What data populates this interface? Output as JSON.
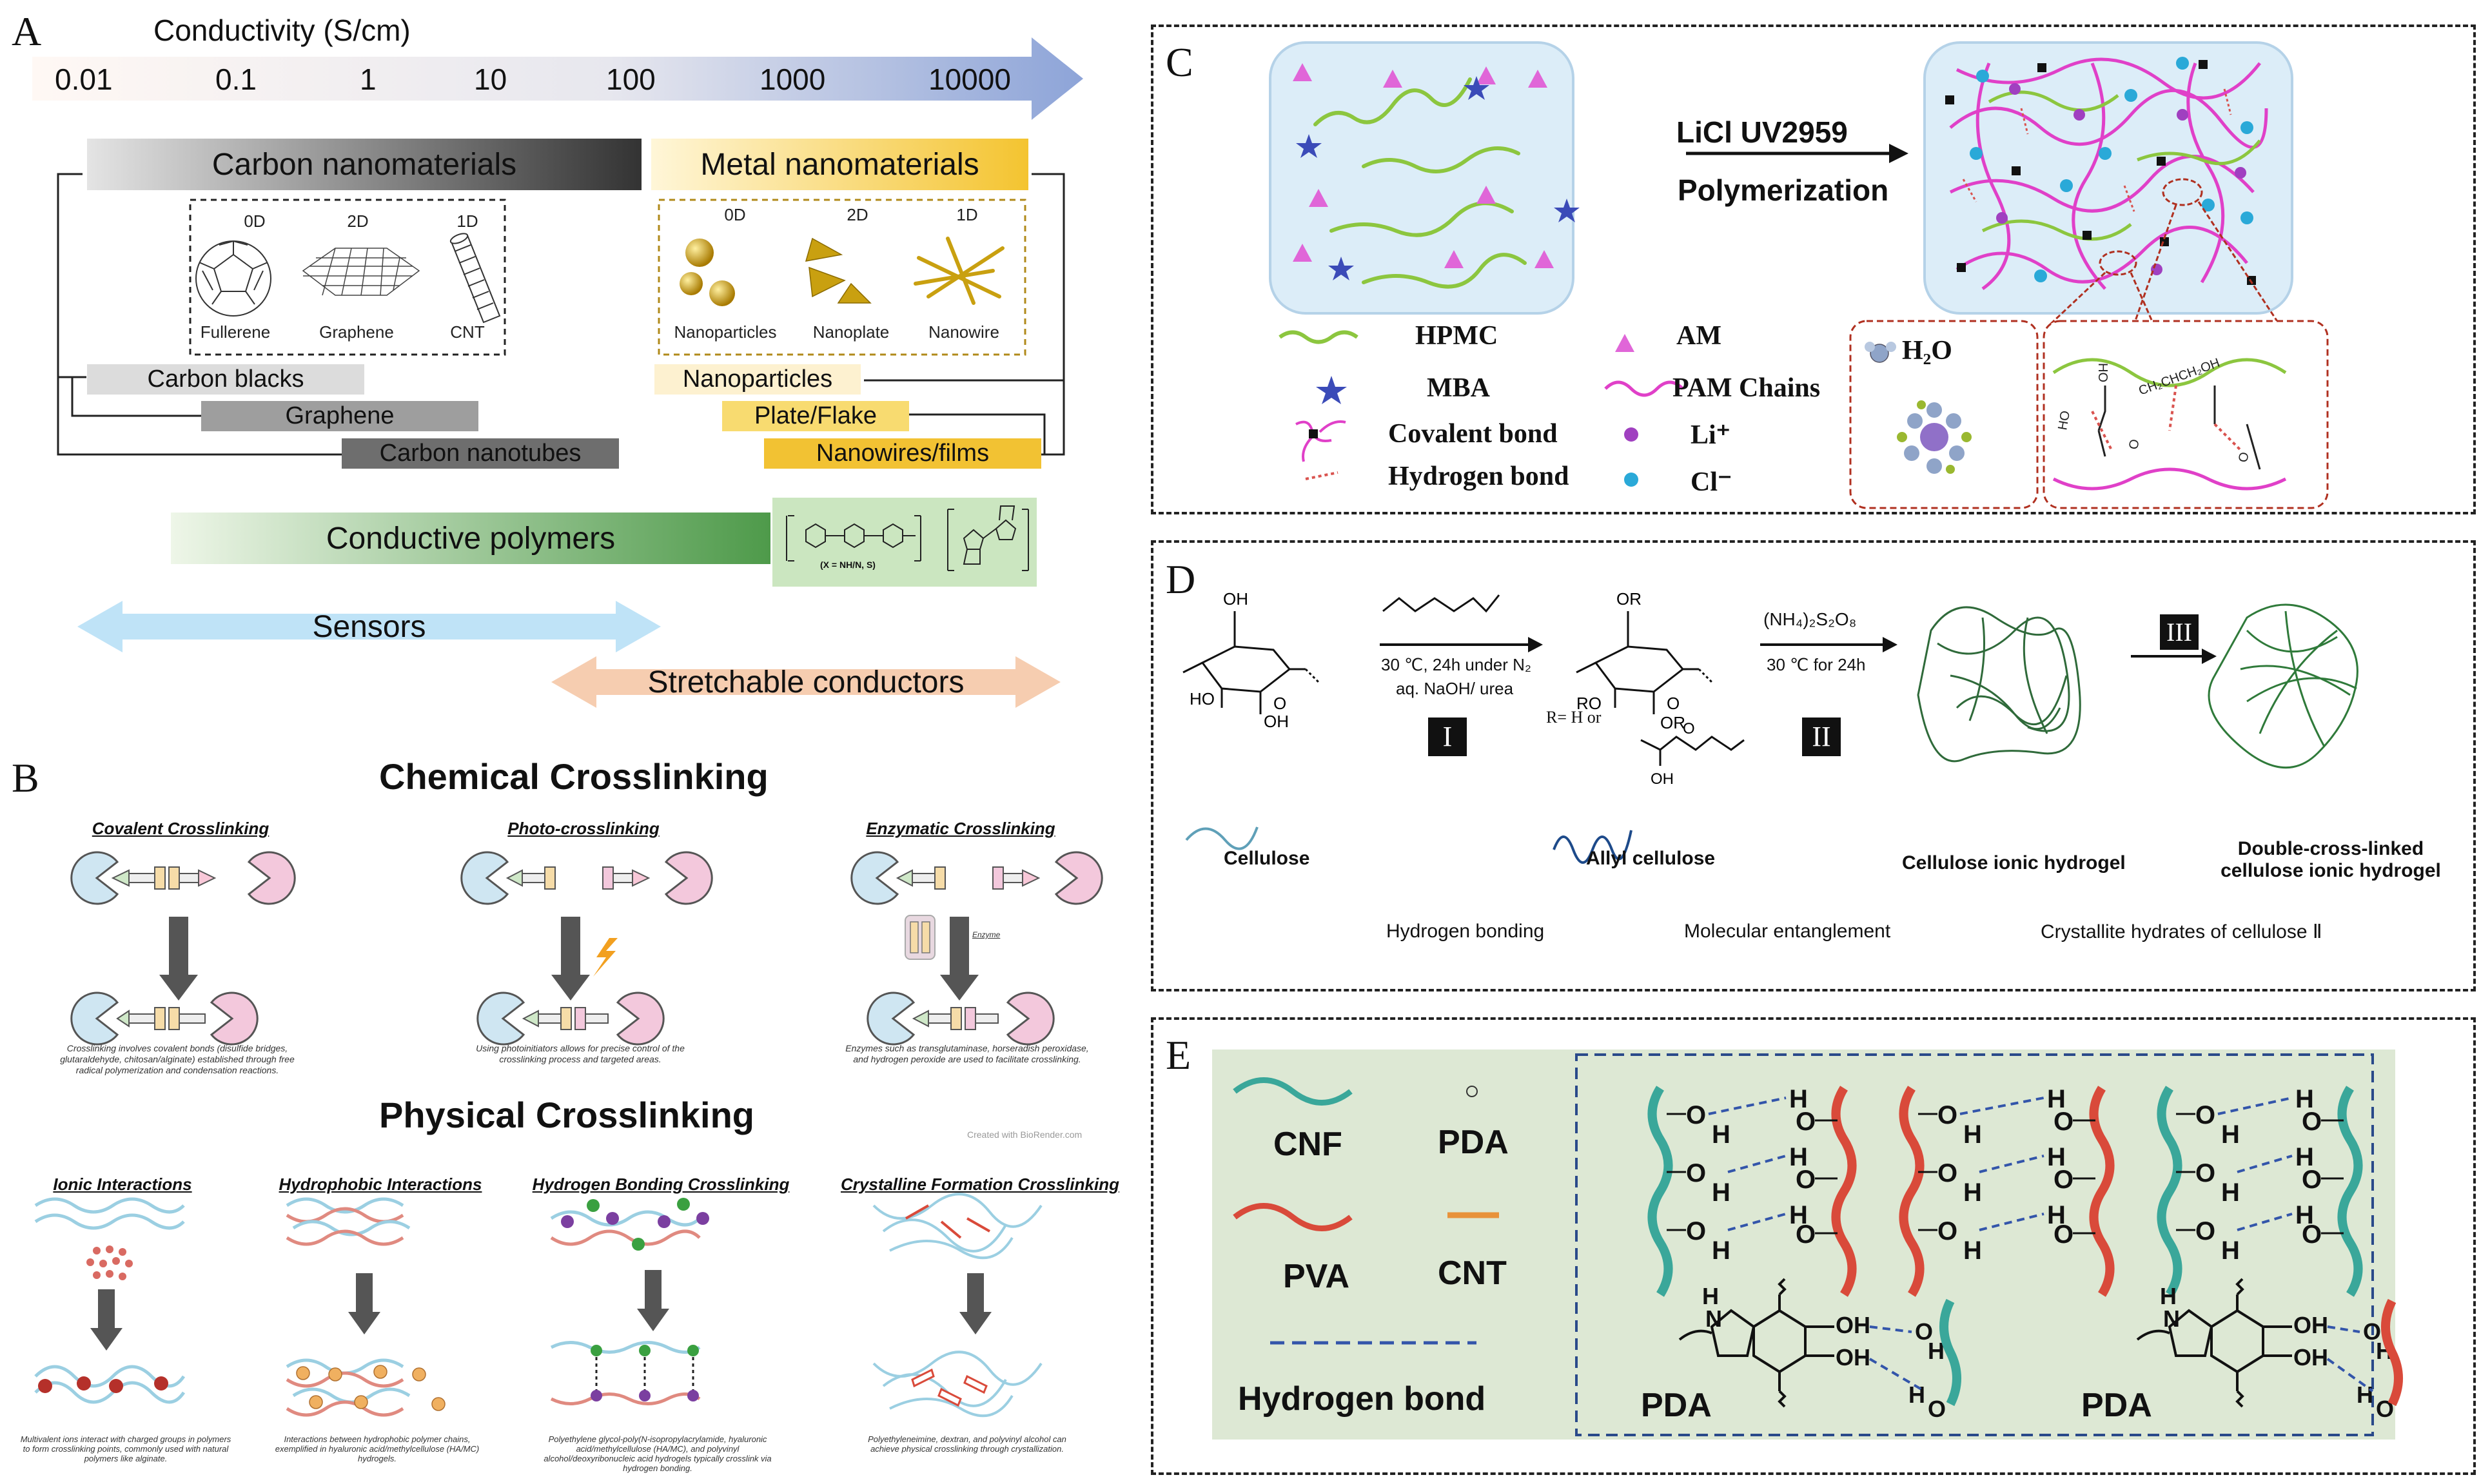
{
  "panel_a": {
    "letter": "A",
    "axis_title": "Conductivity (S/cm)",
    "ticks": [
      "0.01",
      "0.1",
      "1",
      "10",
      "100",
      "1000",
      "10000"
    ],
    "carbon_header": "Carbon nanomaterials",
    "metal_header": "Metal nanomaterials",
    "carbon_dims": [
      "0D",
      "2D",
      "1D"
    ],
    "carbon_names": [
      "Fullerene",
      "Graphene",
      "CNT"
    ],
    "metal_dims": [
      "0D",
      "2D",
      "1D"
    ],
    "metal_names": [
      "Nanoparticles",
      "Nanoplate",
      "Nanowire"
    ],
    "carbon_bars": [
      "Carbon blacks",
      "Graphene",
      "Carbon nanotubes"
    ],
    "metal_bars": [
      "Nanoparticles",
      "Plate/Flake",
      "Nanowires/films"
    ],
    "polymer_bar": "Conductive polymers",
    "polymer_note": "(X = NH/N, S)",
    "sensors": "Sensors",
    "stretchable": "Stretchable conductors"
  },
  "panel_b": {
    "letter": "B",
    "chemical_title": "Chemical Crosslinking",
    "physical_title": "Physical Crosslinking",
    "credit": "Created with BioRender.com",
    "enzyme_label": "Enzyme",
    "chemical": [
      {
        "title": "Covalent Crosslinking",
        "desc": "Crosslinking involves covalent bonds (disulfide bridges, glutaraldehyde, chitosan/alginate) established through free radical polymerization and condensation reactions."
      },
      {
        "title": "Photo-crosslinking",
        "desc": "Using photoinitiators allows for precise control of the crosslinking process and targeted areas."
      },
      {
        "title": "Enzymatic Crosslinking",
        "desc": "Enzymes such as transglutaminase, horseradish peroxidase, and hydrogen peroxide are used to facilitate crosslinking."
      }
    ],
    "physical": [
      {
        "title": "Ionic Interactions",
        "desc": "Multivalent ions interact with charged groups in polymers to form crosslinking points, commonly used with natural polymers like alginate."
      },
      {
        "title": "Hydrophobic Interactions",
        "desc": "Interactions between hydrophobic polymer chains, exemplified in hyaluronic acid/methylcellulose (HA/MC) hydrogels."
      },
      {
        "title": "Hydrogen Bonding Crosslinking",
        "desc": "Polyethylene glycol-poly(N-isopropylacrylamide, hyaluronic acid/methylcellulose (HA/MC), and polyvinyl alcohol/deoxyribonucleic acid hydrogels typically crosslink via hydrogen bonding."
      },
      {
        "title": "Crystalline Formation Crosslinking",
        "desc": "Polyethyleneimine, dextran, and polyvinyl alcohol can achieve physical crosslinking through crystallization."
      }
    ]
  },
  "panel_c": {
    "letter": "C",
    "arrow_top": "LiCl  UV2959",
    "arrow_bottom": "Polymerization",
    "legend": [
      "HPMC",
      "MBA",
      "Covalent bond",
      "Hydrogen bond",
      "AM",
      "PAM Chains",
      "Li⁺",
      "Cl⁻"
    ],
    "water": "H₂O"
  },
  "panel_d": {
    "letter": "D",
    "cond1": "30 ℃,  24h under N₂",
    "cond2": "aq. NaOH/ urea",
    "reagent": "(NH₄)₂S₂O₈",
    "cond3": "30 ℃ for 24h",
    "steps": [
      "I",
      "II",
      "III"
    ],
    "r_def": "R= H or",
    "labels": [
      "Cellulose",
      "Allyl cellulose",
      "Cellulose ionic hydrogel",
      "Double-cross-linked cellulose ionic hydrogel"
    ],
    "legend": [
      "Hydrogen bonding",
      "Molecular entanglement",
      "Crystallite hydrates of cellulose Ⅱ"
    ]
  },
  "panel_e": {
    "letter": "E",
    "legend": [
      "CNF",
      "PDA",
      "PVA",
      "CNT",
      "Hydrogen bond"
    ],
    "pda_labels": [
      "PDA",
      "PDA"
    ]
  },
  "colors": {
    "cnf": "#3aa79a",
    "pva": "#d94a3a",
    "hpmc": "#8cc63f",
    "pam": "#e040c8",
    "am": "#e066d8",
    "mba": "#3b4bb8",
    "sensors": "#bfe3f7",
    "stretchable": "#f6cdb0",
    "polymer": "#4e9a4a",
    "metal": "#f4c430",
    "hbond": "#3355aa"
  }
}
